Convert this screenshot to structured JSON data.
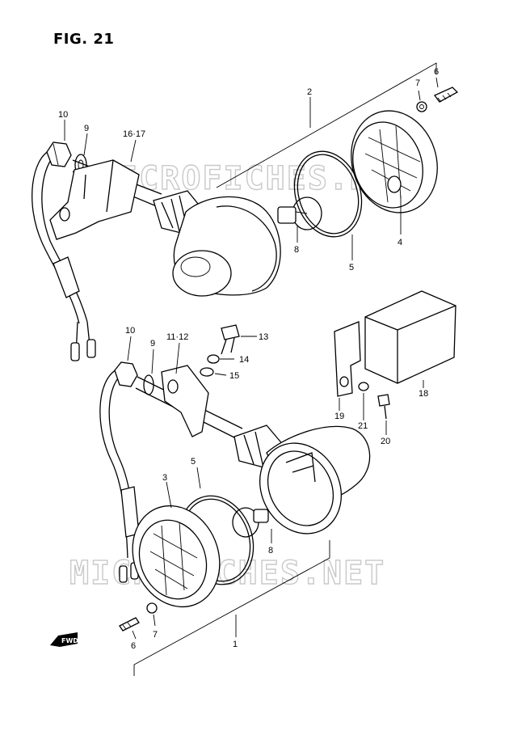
{
  "figure": {
    "title": "FIG. 21"
  },
  "watermark": "MICROFICHES.NET",
  "fwd_label": "FWD",
  "labels": {
    "l1": "1",
    "l2": "2",
    "l3": "3",
    "l4": "4",
    "l5a": "5",
    "l5b": "5",
    "l6a": "6",
    "l6b": "6",
    "l7a": "7",
    "l7b": "7",
    "l8a": "8",
    "l8b": "8",
    "l9a": "9",
    "l9b": "9",
    "l10a": "10",
    "l10b": "10",
    "l11_12": "11·12",
    "l13": "13",
    "l14": "14",
    "l15": "15",
    "l16_17": "16·17",
    "l18": "18",
    "l19": "19",
    "l20": "20",
    "l21": "21"
  }
}
